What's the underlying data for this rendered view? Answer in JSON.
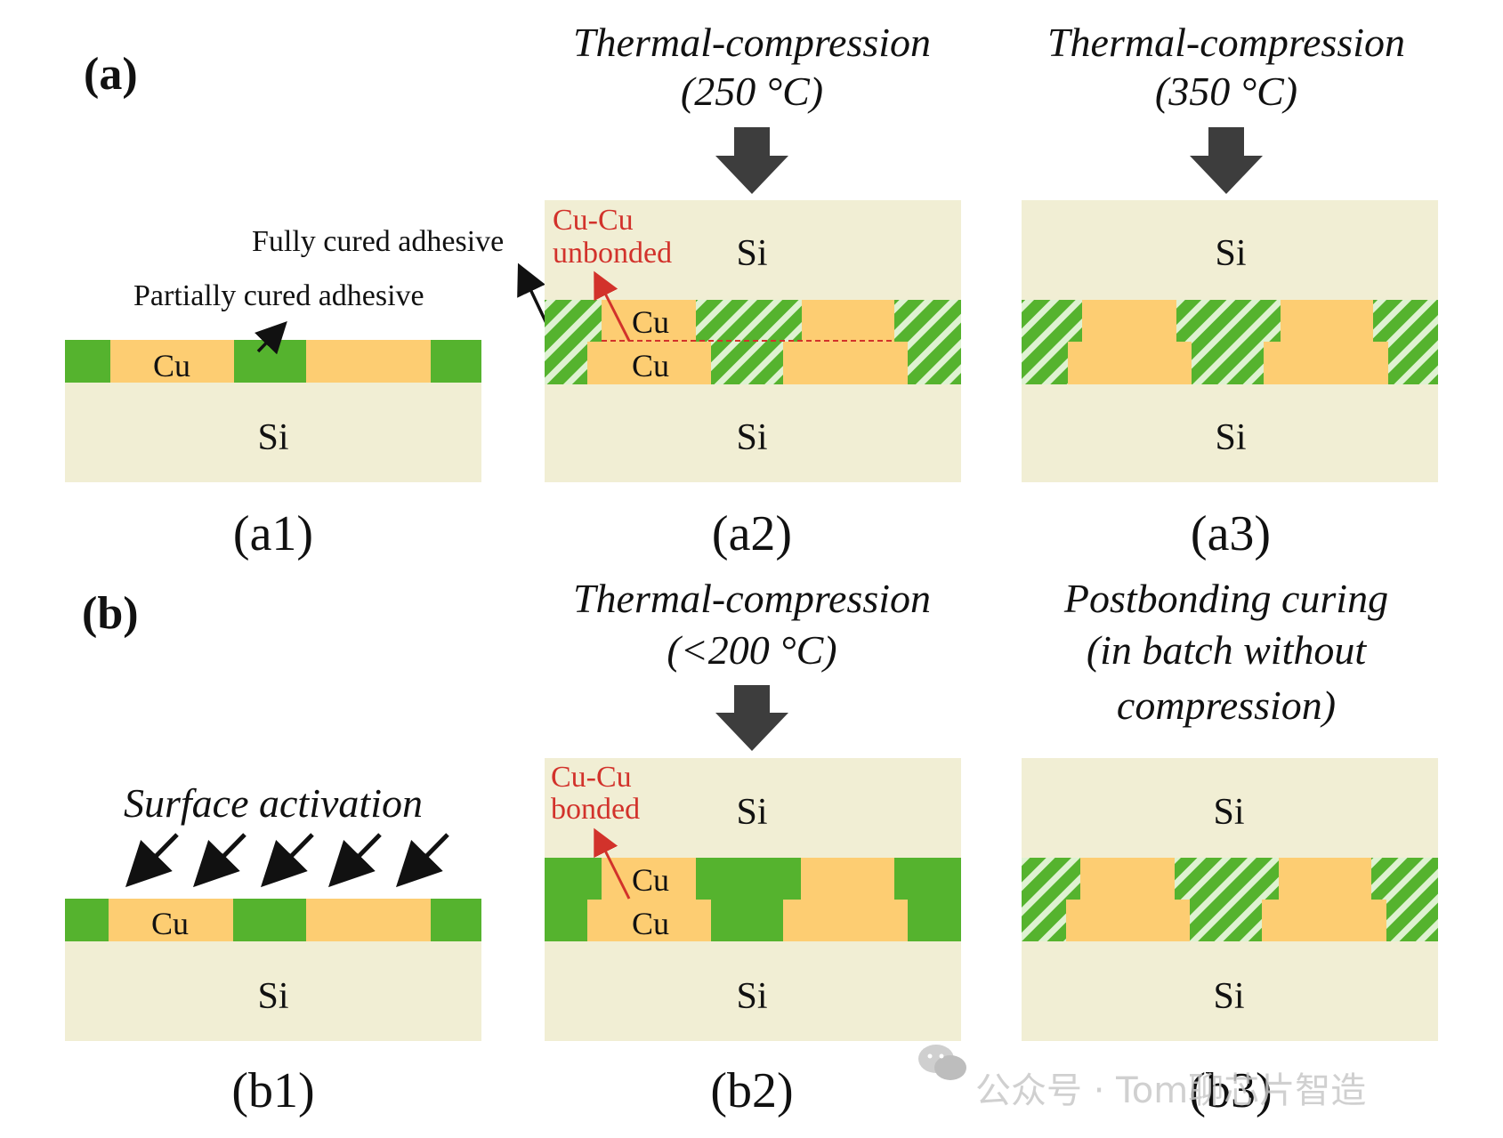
{
  "labels": {
    "panel_a": "(a)",
    "panel_b": "(b)",
    "a2_title_1": "Thermal-compression",
    "a2_title_2": "(250 °C)",
    "a3_title_1": "Thermal-compression",
    "a3_title_2": "(350 °C)",
    "b2_title_1": "Thermal-compression",
    "b2_title_2": "(<200 °C)",
    "b3_title_1": "Postbonding curing",
    "b3_title_2": "(in batch without",
    "b3_title_3": "compression)",
    "fully_cured": "Fully cured adhesive",
    "partially_cured": "Partially cured adhesive",
    "surface_activation": "Surface activation",
    "cucu_unbonded_1": "Cu-Cu",
    "cucu_unbonded_2": "unbonded",
    "cucu_bonded_1": "Cu-Cu",
    "cucu_bonded_2": "bonded",
    "si": "Si",
    "cu": "Cu",
    "cap_a1": "(a1)",
    "cap_a2": "(a2)",
    "cap_a3": "(a3)",
    "cap_b1": "(b1)",
    "cap_b2": "(b2)",
    "cap_b3": "(b3)"
  },
  "watermark": "公众号 · Tom聊芯片智造",
  "colors": {
    "si": "#f1eed4",
    "cu": "#fdcd72",
    "adhesive": "#55b32e",
    "hatch_light": "#dff2d2",
    "arrow": "#3d3d3d",
    "red": "#d2322b"
  }
}
